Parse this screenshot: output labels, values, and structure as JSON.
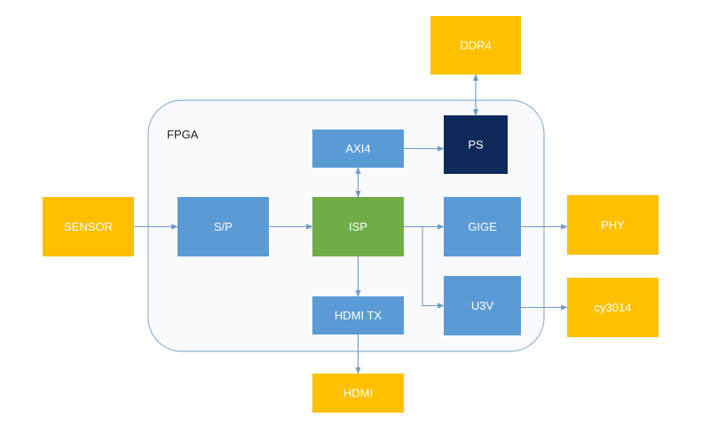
{
  "diagram": {
    "region": {
      "label": "FPGA"
    },
    "nodes": {
      "sensor": {
        "label": "SENSOR",
        "color": "#ffc000"
      },
      "sp": {
        "label": "S/P",
        "color": "#5b9bd5"
      },
      "isp": {
        "label": "ISP",
        "color": "#70ad47"
      },
      "axi4": {
        "label": "AXI4",
        "color": "#5b9bd5"
      },
      "ps": {
        "label": "PS",
        "color": "#0e2a5a"
      },
      "ddr4": {
        "label": "DDR4",
        "color": "#ffc000"
      },
      "gige": {
        "label": "GIGE",
        "color": "#5b9bd5"
      },
      "u3v": {
        "label": "U3V",
        "color": "#5b9bd5"
      },
      "phy": {
        "label": "PHY",
        "color": "#ffc000"
      },
      "cy3014": {
        "label": "cy3014",
        "color": "#ffc000"
      },
      "hdmi_tx": {
        "label": "HDMI TX",
        "color": "#5b9bd5"
      },
      "hdmi": {
        "label": "HDMI",
        "color": "#ffc000"
      }
    },
    "edges": [
      {
        "from": "sensor",
        "to": "sp"
      },
      {
        "from": "sp",
        "to": "isp"
      },
      {
        "from": "isp",
        "to": "axi4",
        "bidirectional": true
      },
      {
        "from": "axi4",
        "to": "ps"
      },
      {
        "from": "ps",
        "to": "ddr4",
        "bidirectional": true
      },
      {
        "from": "isp",
        "to": "gige"
      },
      {
        "from": "isp",
        "to": "u3v"
      },
      {
        "from": "isp",
        "to": "hdmi_tx"
      },
      {
        "from": "gige",
        "to": "phy"
      },
      {
        "from": "u3v",
        "to": "cy3014"
      },
      {
        "from": "hdmi_tx",
        "to": "hdmi"
      }
    ],
    "edge_color": "#6f9bc7"
  }
}
